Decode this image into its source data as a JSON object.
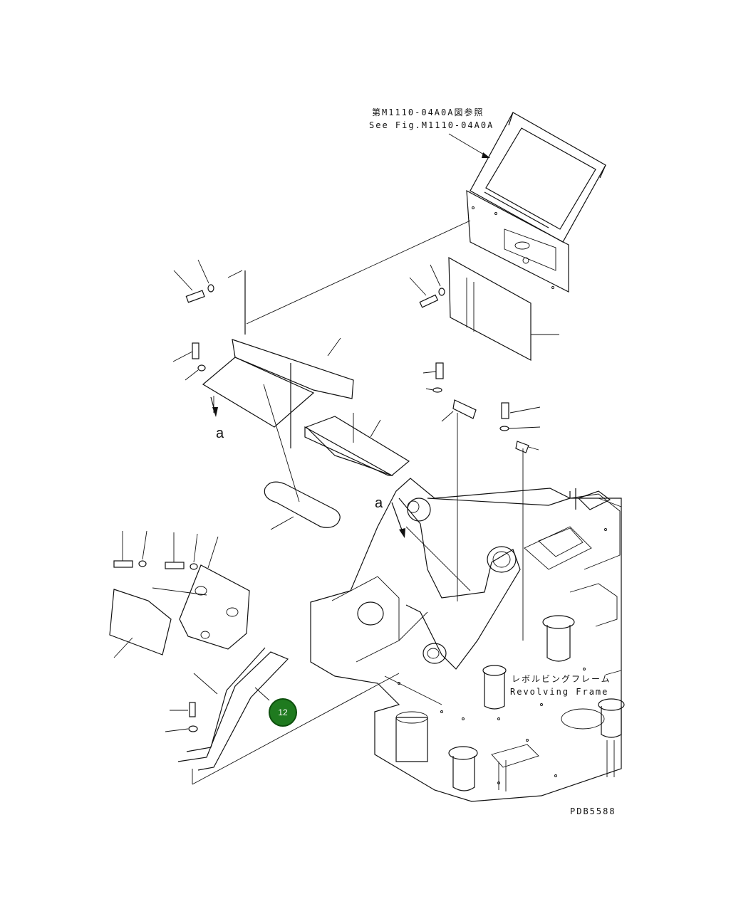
{
  "reference_note": {
    "jp": "第M1110-04A0A図参照",
    "en": "See Fig.M1110-04A0A"
  },
  "revolving_frame": {
    "jp": "レボルビングフレーム",
    "en": "Revolving Frame"
  },
  "view_marks": [
    "a",
    "a"
  ],
  "callout_number": "12",
  "drawing_id": "PDB5588"
}
